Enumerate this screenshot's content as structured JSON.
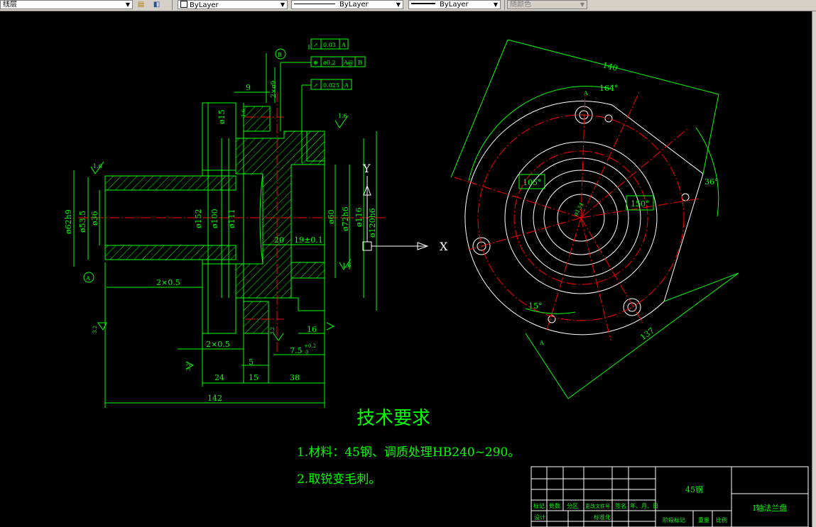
{
  "toolbar": {
    "layer_name": "线层",
    "color_control": "ByLayer",
    "linetype_control": "ByLayer",
    "lineweight_control": "ByLayer",
    "plotstyle_control": "随颜色"
  },
  "drawing": {
    "axis_labels": {
      "x": "X",
      "y": "Y"
    },
    "left_view": {
      "dims": {
        "d62h9": "ø62h9",
        "d53_5": "ø53.5",
        "d36": "ø36",
        "d152": "ø152",
        "d100": "ø100",
        "d111": "ø111",
        "d60": "ø60",
        "d72h6": "ø72h6",
        "d116": "ø116",
        "d120h6": "ø120h6",
        "d15": "ø15",
        "d9": "9",
        "d2xd9": "2×ø9",
        "d20": "20",
        "d19": "19±0.1",
        "d2x05a": "2×0.5",
        "d2x05b": "2×0.5",
        "d16": "16",
        "d7_5": "7.5",
        "d7_5_tol": "+0.2",
        "d7_5_tol2": "0",
        "d5": "5",
        "d24": "24",
        "d15b": "15",
        "d38": "38",
        "d142": "142",
        "ra16a": "1.6",
        "ra16b": "1.6",
        "ra16c": "1.6",
        "ra16d": "1.6",
        "ra32a": "3.2",
        "ra32b": "3.2",
        "ra32c": "3.2",
        "datum_a": "A",
        "datum_b": "B"
      },
      "gdt": [
        {
          "sym": "↗",
          "tol": "0.03",
          "ref": "A"
        },
        {
          "sym": "⊕",
          "tol": "ø0.2",
          "ref": "A@",
          "ref2": "B"
        },
        {
          "sym": "↗",
          "tol": "0.025",
          "ref": "A"
        }
      ]
    },
    "right_view": {
      "dims": {
        "d140": "140",
        "d164": "164°",
        "d105": "105°",
        "d150": "150°",
        "d36deg": "36°",
        "d15deg": "15°",
        "d137": "137",
        "dcenter": "ø134",
        "mark_a": "A",
        "mark_a2": "A"
      }
    },
    "tech_requirements": {
      "title": "技术要求",
      "items": [
        "1.材料：45钢、调质处理HB240~290。",
        "2.取锐变毛刺。"
      ]
    },
    "title_block": {
      "material": "45钢",
      "part_name": "I轴法兰盘",
      "row_labels": [
        "标记",
        "处数",
        "分区",
        "更改文件号",
        "签名",
        "年、月、日"
      ],
      "design": "设计",
      "standard": "标准化",
      "stage_mark": "阶段标记",
      "weight": "重量",
      "scale": "比例"
    }
  },
  "colors": {
    "background": "#000000",
    "geometry": "#00ff00",
    "centerline": "#ff0000",
    "outline_white": "#ffffff",
    "text": "#00ff00"
  }
}
